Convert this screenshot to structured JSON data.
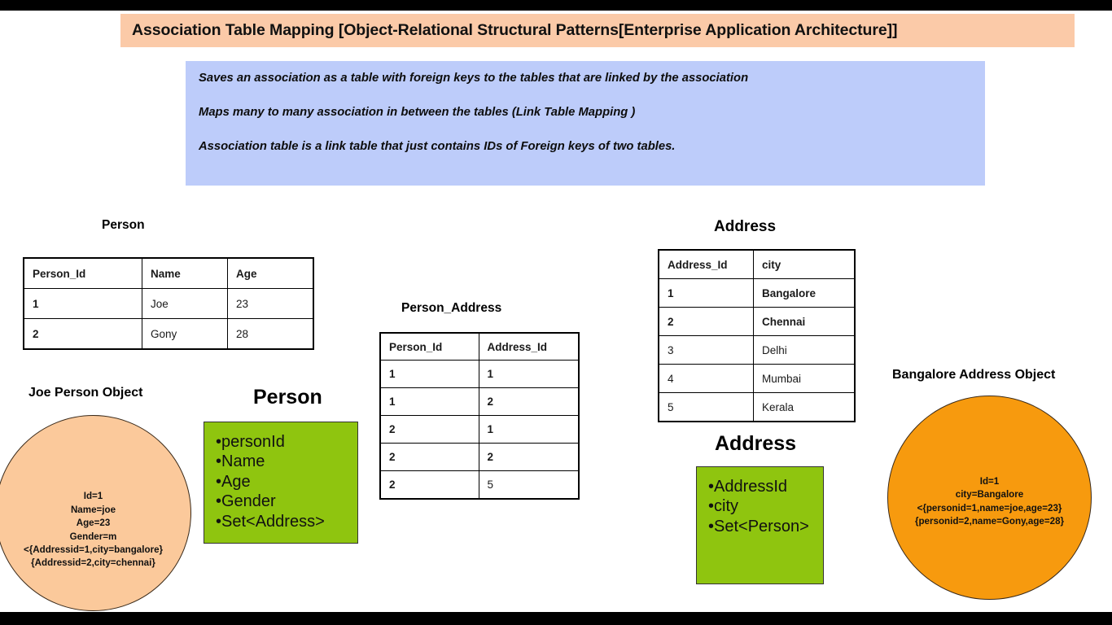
{
  "title_bar": {
    "text": "Association Table Mapping [Object-Relational Structural Patterns[Enterprise Application Architecture]]"
  },
  "description": {
    "lines": [
      "Saves an association as a table with foreign keys to the tables that are linked by the association",
      "Maps many to many association in between the tables (Link Table Mapping )",
      "Association table is a link table that just contains IDs of Foreign keys of two  tables."
    ]
  },
  "person_table": {
    "caption": "Person",
    "columns": [
      "Person_Id",
      "Name",
      "Age"
    ],
    "rows": [
      {
        "id": "1",
        "name": "Joe",
        "age": "23"
      },
      {
        "id": "2",
        "name": "Gony",
        "age": "28"
      }
    ]
  },
  "person_address_table": {
    "caption": "Person_Address",
    "columns": [
      "Person_Id",
      "Address_Id"
    ],
    "rows": [
      {
        "person_id": "1",
        "address_id": "1"
      },
      {
        "person_id": "1",
        "address_id": "2"
      },
      {
        "person_id": "2",
        "address_id": "1"
      },
      {
        "person_id": "2",
        "address_id": "2"
      },
      {
        "person_id": "2",
        "address_id": "5"
      }
    ]
  },
  "address_table": {
    "caption": "Address",
    "columns": [
      "Address_Id",
      "city"
    ],
    "rows": [
      {
        "id": "1",
        "city": "Bangalore"
      },
      {
        "id": "2",
        "city": "Chennai"
      },
      {
        "id": "3",
        "city": "Delhi"
      },
      {
        "id": "4",
        "city": "Mumbai"
      },
      {
        "id": "5",
        "city": "Kerala"
      }
    ]
  },
  "person_class_box": {
    "caption": "Person",
    "items": [
      "•personId",
      "•Name",
      "•Age",
      "•Gender",
      "•Set<Address>"
    ]
  },
  "address_class_box": {
    "caption": "Address",
    "items": [
      "•AddressId",
      "•city",
      "•Set<Person>"
    ]
  },
  "joe_person_object": {
    "caption": "Joe Person Object",
    "lines": [
      "Id=1",
      "Name=joe",
      "Age=23",
      "Gender=m",
      "<{Addressid=1,city=bangalore}",
      "{Addressid=2,city=chennai}"
    ]
  },
  "bangalore_address_object": {
    "caption": "Bangalore Address Object",
    "lines": [
      "Id=1",
      "city=Bangalore",
      "<{personid=1,name=joe,age=23}",
      "{personid=2,name=Gony,age=28}"
    ]
  },
  "colors": {
    "title_bar_bg": "#fbcaa8",
    "description_bg": "#bdccfa",
    "green_box_bg": "#8fc50f",
    "joe_circle_bg": "#fbc99b",
    "bangalore_circle_bg": "#f79a0e",
    "highlight_red": "#e4656d",
    "highlight_navy": "#3b3b82",
    "highlight_olive": "#b5c22e"
  }
}
